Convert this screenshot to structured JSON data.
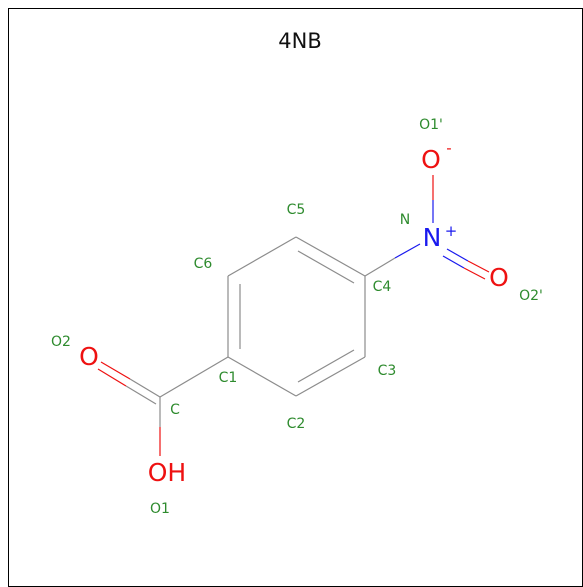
{
  "title": "4NB",
  "colors": {
    "frame": "#000000",
    "bond": "#8c8c8c",
    "atom_label": "#2e8b2e",
    "oxygen": "#ee1111",
    "nitrogen": "#1a1aee",
    "title": "#111111"
  },
  "atom_labels": {
    "c1": "C1",
    "c2": "C2",
    "c3": "C3",
    "c4": "C4",
    "c5": "C5",
    "c6": "C6",
    "c": "C",
    "o1": "O1",
    "o2": "O2",
    "n": "N",
    "o1p": "O1'",
    "o2p": "O2'"
  },
  "element_symbols": {
    "o_carbonyl": "O",
    "oh": "OH",
    "n_nitro": "N",
    "o_nitro_top": "O",
    "o_nitro_right": "O"
  },
  "charges": {
    "n_plus": "+",
    "o_minus": "-"
  }
}
